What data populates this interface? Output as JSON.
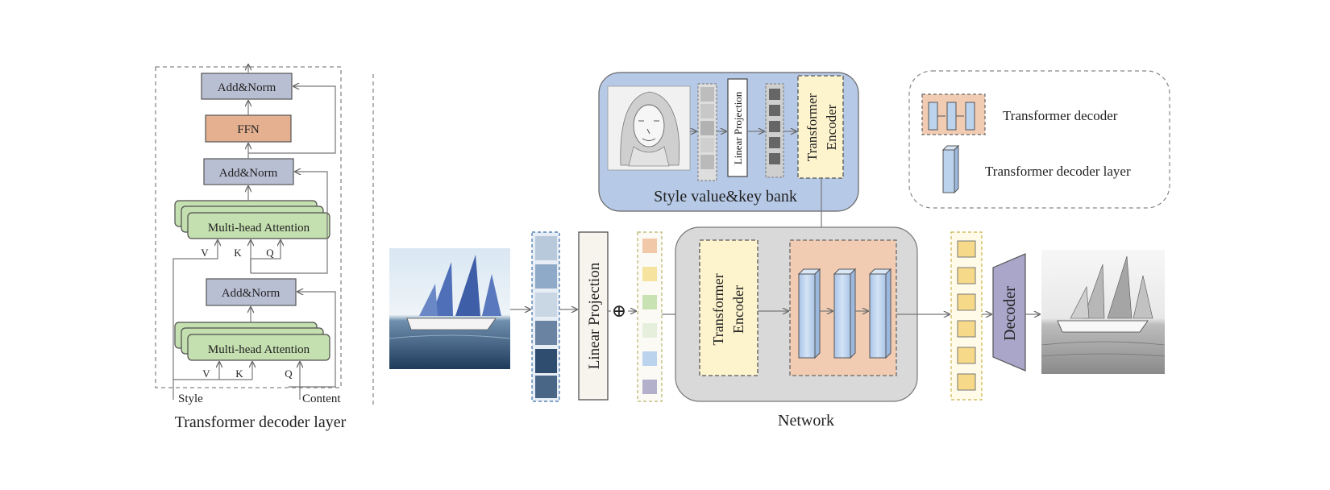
{
  "decoder_layer": {
    "title": "Transformer decoder layer",
    "add_norm_label": "Add&Norm",
    "ffn_label": "FFN",
    "attention_label": "Multi-head Attention",
    "v_label": "V",
    "k_label": "K",
    "q_label": "Q",
    "style_input": "Style",
    "content_input": "Content"
  },
  "style_bank": {
    "title": "Style value&key bank",
    "linear_projection_label": "Linear Projection",
    "encoder_line1": "Transformer",
    "encoder_line2": "Encoder"
  },
  "main": {
    "linear_projection_label": "Linear Projection",
    "plus_symbol": "⊕",
    "encoder_line1": "Transformer",
    "encoder_line2": "Encoder",
    "network_label": "Network",
    "decoder_label": "Decoder",
    "token_colors": [
      "#f2c9a8",
      "#f7e3a0",
      "#c9e2b3",
      "#e6efdc",
      "#bcd3ee",
      "#b3b0cc"
    ]
  },
  "legend": {
    "transformer_decoder": "Transformer decoder",
    "transformer_decoder_layer": "Transformer decoder layer"
  },
  "colors": {
    "add_norm": "#b9bfd3",
    "ffn": "#e4b08f",
    "attention": "#c5e0b0",
    "style_bank_bg": "#b6c9e6",
    "network_bg": "#d9d9d9",
    "encoder_fill": "#fdf3cc",
    "decoder_group": "#f1ccb3",
    "decoder_layer": "#bcd3ee",
    "final_decoder": "#a9a6c9"
  }
}
